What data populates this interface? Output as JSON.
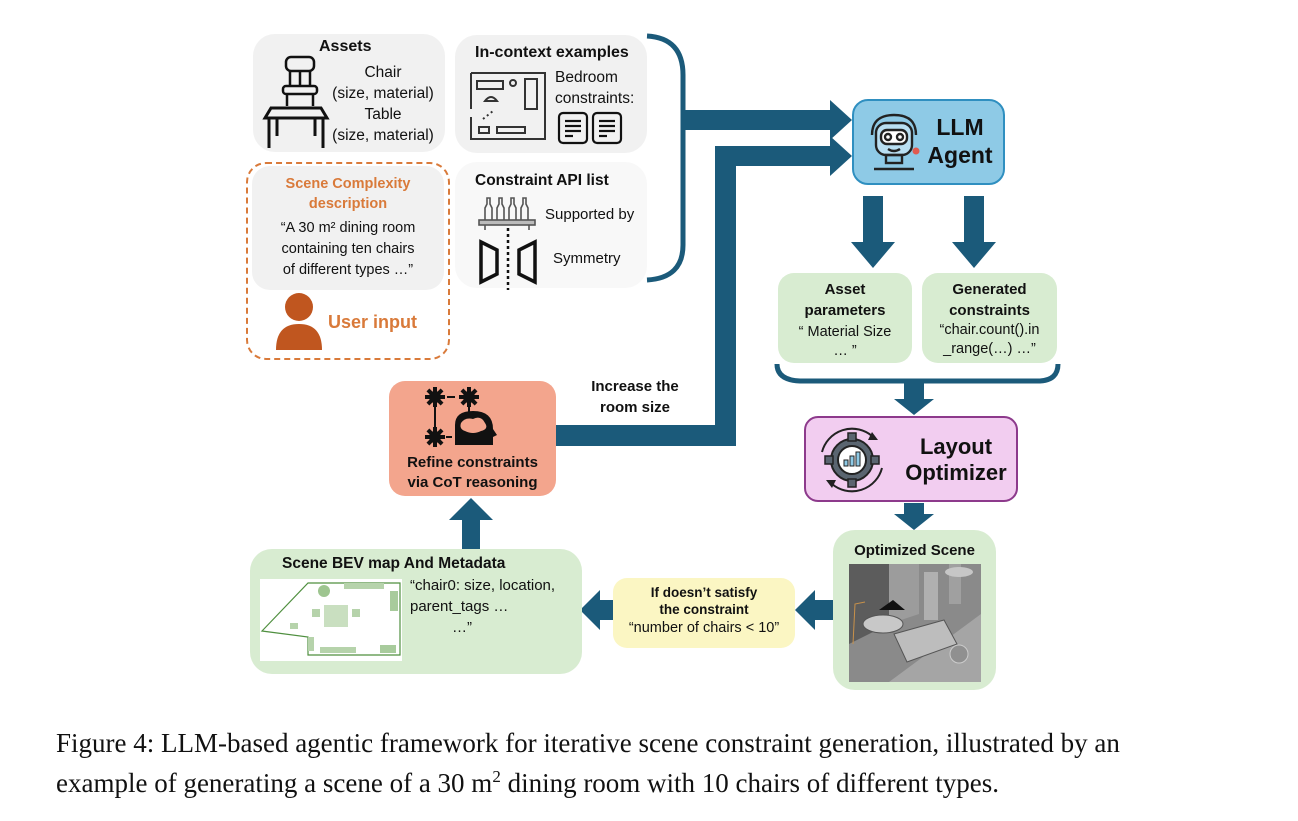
{
  "assets": {
    "title": "Assets",
    "chair": "Chair",
    "chair_attrs": "(size, material)",
    "table": "Table",
    "table_attrs": "(size, material)",
    "icons": [
      "chair-icon",
      "table-icon"
    ]
  },
  "in_context": {
    "title": "In-context examples",
    "line1": "Bedroom",
    "line2": "constraints:",
    "icons": [
      "floorplan-icon",
      "document-icon",
      "document-icon"
    ]
  },
  "user_input": {
    "title_line1": "Scene Complexity",
    "title_line2": "description",
    "quote_line1": "“A 30 m² dining room",
    "quote_line2": "containing ten chairs",
    "quote_line3": "of different types …”",
    "label": "User input",
    "accent_color": "#c8672a",
    "icon": "user-icon"
  },
  "constraint_api": {
    "title": "Constraint API list",
    "item1": "Supported by",
    "item2": "Symmetry",
    "icons": [
      "bottles-on-shelf-icon",
      "symmetry-icon"
    ]
  },
  "llm_agent": {
    "line1": "LLM",
    "line2": "Agent",
    "color": "#8ecae6",
    "icon": "robot-agent-icon"
  },
  "asset_parameters": {
    "title_line1": "Asset",
    "title_line2": "parameters",
    "text_line1": "“ Material Size",
    "text_line2": "… ”"
  },
  "generated_constraints": {
    "title_line1": "Generated",
    "title_line2": "constraints",
    "text_line1": "“chair.count().in",
    "text_line2": "_range(…) …”"
  },
  "layout_optimizer": {
    "line1": "Layout",
    "line2": "Optimizer",
    "color": "#f2cdf0",
    "icon": "gear-chart-icon"
  },
  "optimized_scene": {
    "title": "Optimized Scene",
    "image": "rendered-scene-image"
  },
  "condition": {
    "line1": "If doesn’t satisfy",
    "line2": "the constraint",
    "line3": "“number of chairs < 10”"
  },
  "bev": {
    "title": "Scene BEV map And Metadata",
    "text_line1": "“chair0: size, location,",
    "text_line2": "parent_tags …",
    "text_line3": "…”",
    "image": "bev-map-image"
  },
  "refine": {
    "line1": "Refine constraints",
    "line2": "via CoT reasoning",
    "color": "#f3a58d",
    "icon": "gears-brain-icon"
  },
  "feedback": {
    "line1": "Increase the",
    "line2": "room size"
  },
  "caption": {
    "line1": "Figure 4: LLM-based agentic framework for iterative scene constraint generation, illustrated by an",
    "line2_pre": "example of generating a scene of a 30 m",
    "line2_sup": "2",
    "line2_post": " dining room with 10 chairs of different types."
  },
  "colors": {
    "arrow": "#1b5a7a",
    "green_box": "#d8ecd1",
    "gray_box": "#f1f1f1",
    "condition_box": "#fbf6c3"
  }
}
